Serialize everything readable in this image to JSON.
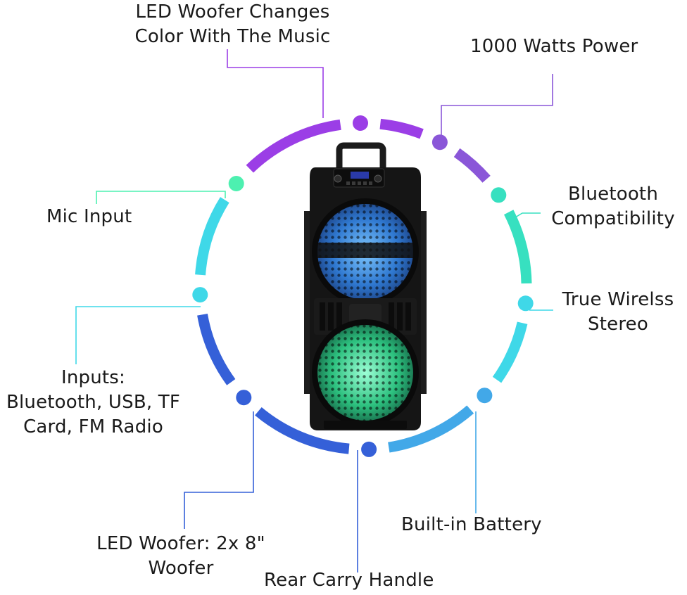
{
  "labels": {
    "led_woofer_color": {
      "line1": "LED Woofer Changes",
      "line2": "Color With The Music"
    },
    "watts": {
      "line1": "1000 Watts Power"
    },
    "bluetooth": {
      "line1": "Bluetooth",
      "line2": "Compatibility"
    },
    "tws": {
      "line1": "True Wirelss",
      "line2": "Stereo"
    },
    "mic": {
      "line1": "Mic Input"
    },
    "inputs": {
      "line1": "Inputs:",
      "line2": "Bluetooth, USB, TF",
      "line3": "Card, FM Radio"
    },
    "battery": {
      "line1": "Built-in Battery"
    },
    "woofer_size": {
      "line1": "LED Woofer: 2x 8\"",
      "line2": "Woofer"
    },
    "handle": {
      "line1": "Rear Carry Handle"
    }
  },
  "colors": {
    "purple": "#9b3ee6",
    "violet": "#8a56d8",
    "teal": "#37e0c0",
    "mint": "#4df0b0",
    "cyan": "#3fd8e8",
    "sky": "#42a8e8",
    "blue": "#3560d8",
    "speaker_body": "#161616",
    "led_blue": "#3d8fe0",
    "led_green": "#35d890"
  },
  "icons": [
    "speaker-image",
    "ring-marker-dot",
    "leader-line"
  ]
}
